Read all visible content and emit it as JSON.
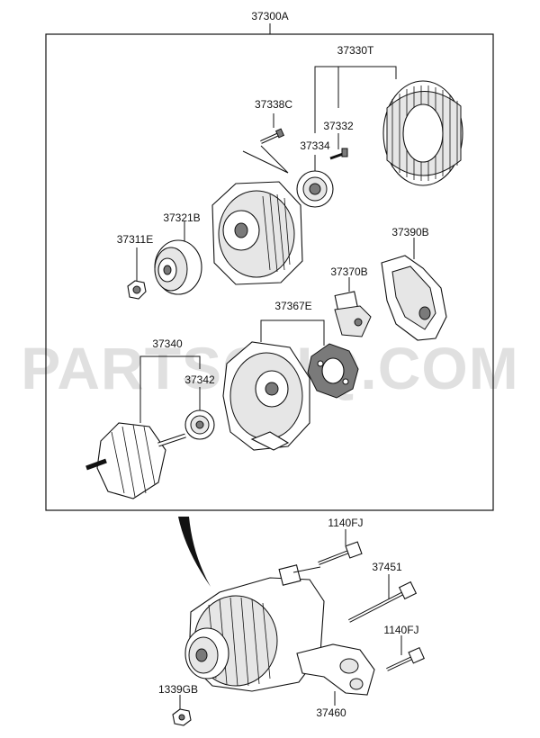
{
  "assembly_label": "37300A",
  "parts": {
    "p37330T": "37330T",
    "p37338C": "37338C",
    "p37332": "37332",
    "p37334": "37334",
    "p37321B": "37321B",
    "p37311E": "37311E",
    "p37390B": "37390B",
    "p37370B": "37370B",
    "p37367E": "37367E",
    "p37340": "37340",
    "p37342": "37342",
    "p1140FJ_a": "1140FJ",
    "p37451": "37451",
    "p1140FJ_b": "1140FJ",
    "p1339GB": "1339GB",
    "p37460": "37460"
  },
  "watermark": "PARTSOUQ.COM"
}
